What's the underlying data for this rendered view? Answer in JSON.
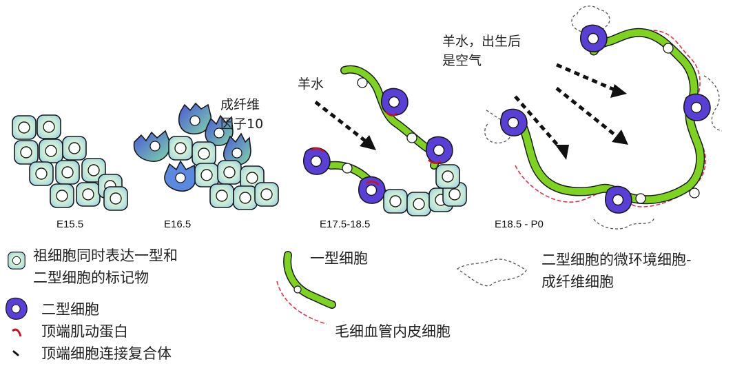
{
  "stages": {
    "e155": "E15.5",
    "e165": "E16.5",
    "e175": "E17.5-18.5",
    "e185": "E18.5 - P0"
  },
  "annotations": {
    "fgf10_line1": "成纤维",
    "fgf10_line2": "因子10",
    "amniotic_fluid": "羊水",
    "amniotic_air_line1": "羊水，出生后",
    "amniotic_air_line2": "是空气"
  },
  "legend": {
    "progenitor_line1": "祖细胞同时表达一型和",
    "progenitor_line2": "二型细胞的标记物",
    "type2": "二型细胞",
    "apical_actin": "顶端肌动蛋白",
    "apical_junction": "顶端细胞连接复合体",
    "type1": "一型细胞",
    "capillary": "毛细血管内皮细胞",
    "niche_line1": "二型细胞的微环境细胞-",
    "niche_line2": "成纤维细胞"
  },
  "colors": {
    "green": "#7ed321",
    "purple": "#5a3fd6",
    "progenitor_fill": "#c9ecd9",
    "actin_red": "#cc1122",
    "capillary_red": "#e0304a"
  }
}
